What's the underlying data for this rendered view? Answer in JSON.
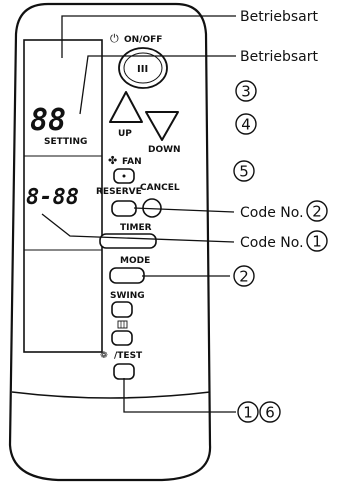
{
  "diagram": {
    "remote": {
      "power_label": "ON/OFF",
      "power_symbol": "⏻",
      "power_button_glyph": "III",
      "lcd_setting_digits": "88",
      "lcd_setting_label": "SETTING",
      "lcd_timer_digits": "8-88",
      "up_label": "UP",
      "down_label": "DOWN",
      "fan_label": "FAN",
      "reserve_label": "RESERVE",
      "cancel_label": "CANCEL",
      "timer_label": "TIMER",
      "mode_label": "MODE",
      "swing_label": "SWING",
      "test_label": "/TEST"
    },
    "callouts": [
      {
        "id": "betriebsart-1",
        "text": "Betriebsart"
      },
      {
        "id": "betriebsart-2",
        "text": "Betriebsart"
      },
      {
        "id": "num-3",
        "text": "3"
      },
      {
        "id": "num-4",
        "text": "4"
      },
      {
        "id": "num-5",
        "text": "5"
      },
      {
        "id": "code-no-2",
        "text": "Code No.",
        "number": "2"
      },
      {
        "id": "code-no-1",
        "text": "Code No.",
        "number": "1"
      },
      {
        "id": "num-2",
        "text": "2"
      },
      {
        "id": "test-numbers",
        "numbers": [
          "1",
          "6"
        ]
      }
    ]
  }
}
